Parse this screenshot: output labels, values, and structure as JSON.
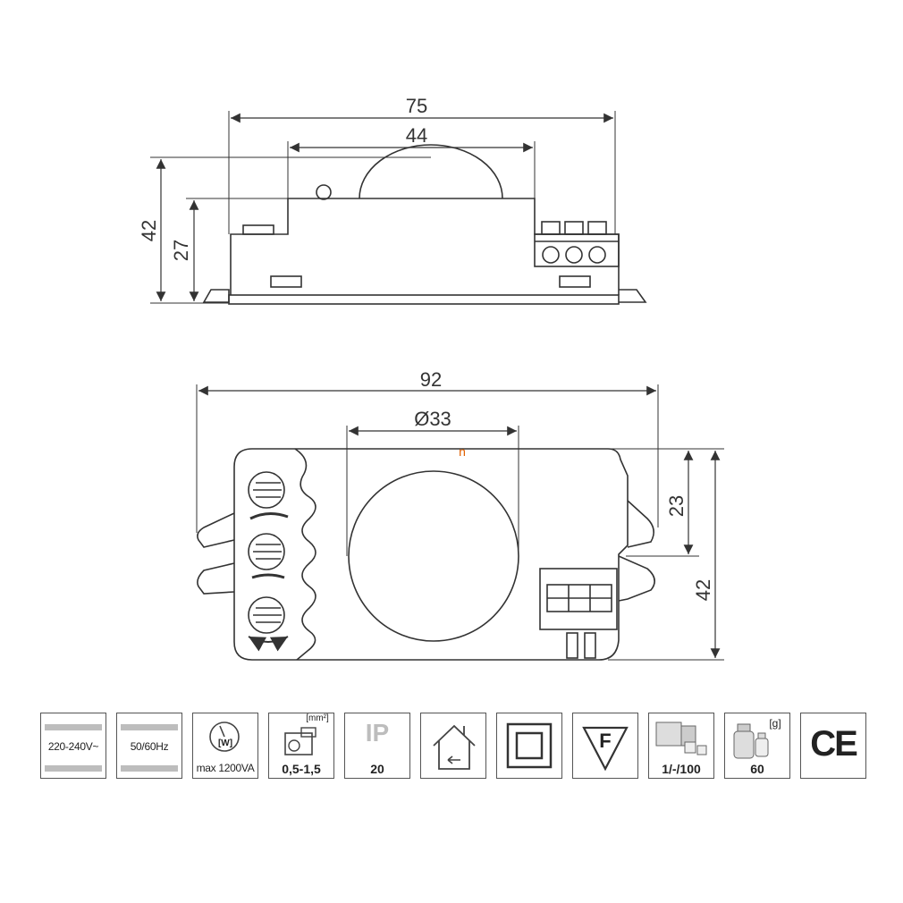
{
  "side_view": {
    "dims": {
      "width_total": "75",
      "width_dome": "44",
      "height_total": "42",
      "height_body": "27"
    }
  },
  "top_view": {
    "dims": {
      "width_total": "92",
      "dome_diameter": "Ø33",
      "height_to_center": "23",
      "height_total": "42"
    }
  },
  "icons": [
    {
      "name": "voltage",
      "label": "220-240V~"
    },
    {
      "name": "frequency",
      "label": "50/60Hz"
    },
    {
      "name": "max-load",
      "label": "max 1200VA",
      "sub": "[W]"
    },
    {
      "name": "wire-section",
      "label": "0,5-1,5",
      "unit": "[mm²]"
    },
    {
      "name": "ip-rating",
      "label": "20",
      "mark": "IP"
    },
    {
      "name": "indoor-use",
      "label": ""
    },
    {
      "name": "class-ii",
      "label": ""
    },
    {
      "name": "f-mark",
      "label": "",
      "mark": "F"
    },
    {
      "name": "package",
      "label": "1/-/100"
    },
    {
      "name": "weight",
      "label": "60",
      "unit": "[g]"
    },
    {
      "name": "ce",
      "label": "",
      "mark": "CE"
    }
  ],
  "colors": {
    "line": "#333333",
    "bar": "#bdbdbd",
    "accent": "#e06000"
  }
}
